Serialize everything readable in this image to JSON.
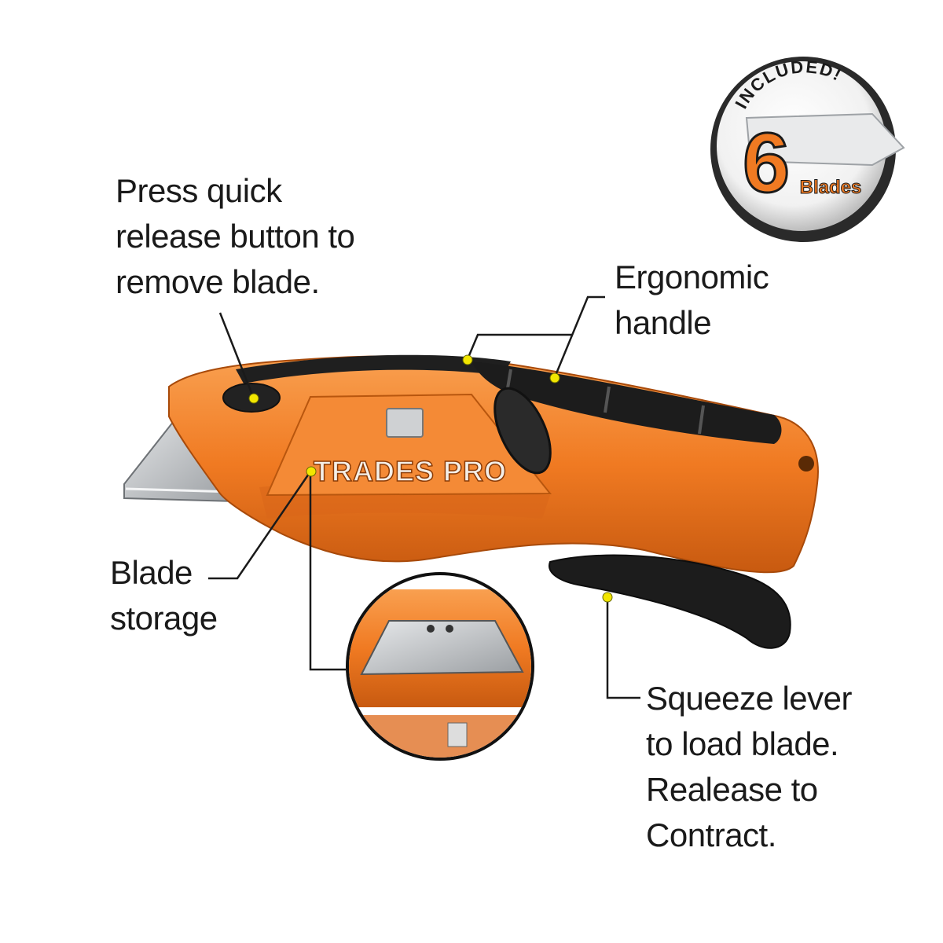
{
  "brand": {
    "logo_text": "TRADES PRO"
  },
  "badge": {
    "top_text": "INCLUDED!",
    "count": "6",
    "unit": "Blades"
  },
  "callouts": {
    "quick_release": [
      "Press quick",
      "release button to",
      "remove blade."
    ],
    "ergonomic": [
      "Ergonomic",
      "handle"
    ],
    "storage": [
      "Blade",
      "storage"
    ],
    "squeeze": [
      "Squeeze lever",
      "to load blade.",
      "Realease to",
      "Contract."
    ]
  },
  "colors": {
    "body_orange": "#f07a22",
    "body_orange_dark": "#c85a10",
    "grip_black": "#1c1c1c",
    "blade_steel": "#c8cacc",
    "marker_yellow": "#f2e600",
    "text": "#1a1a1a"
  }
}
